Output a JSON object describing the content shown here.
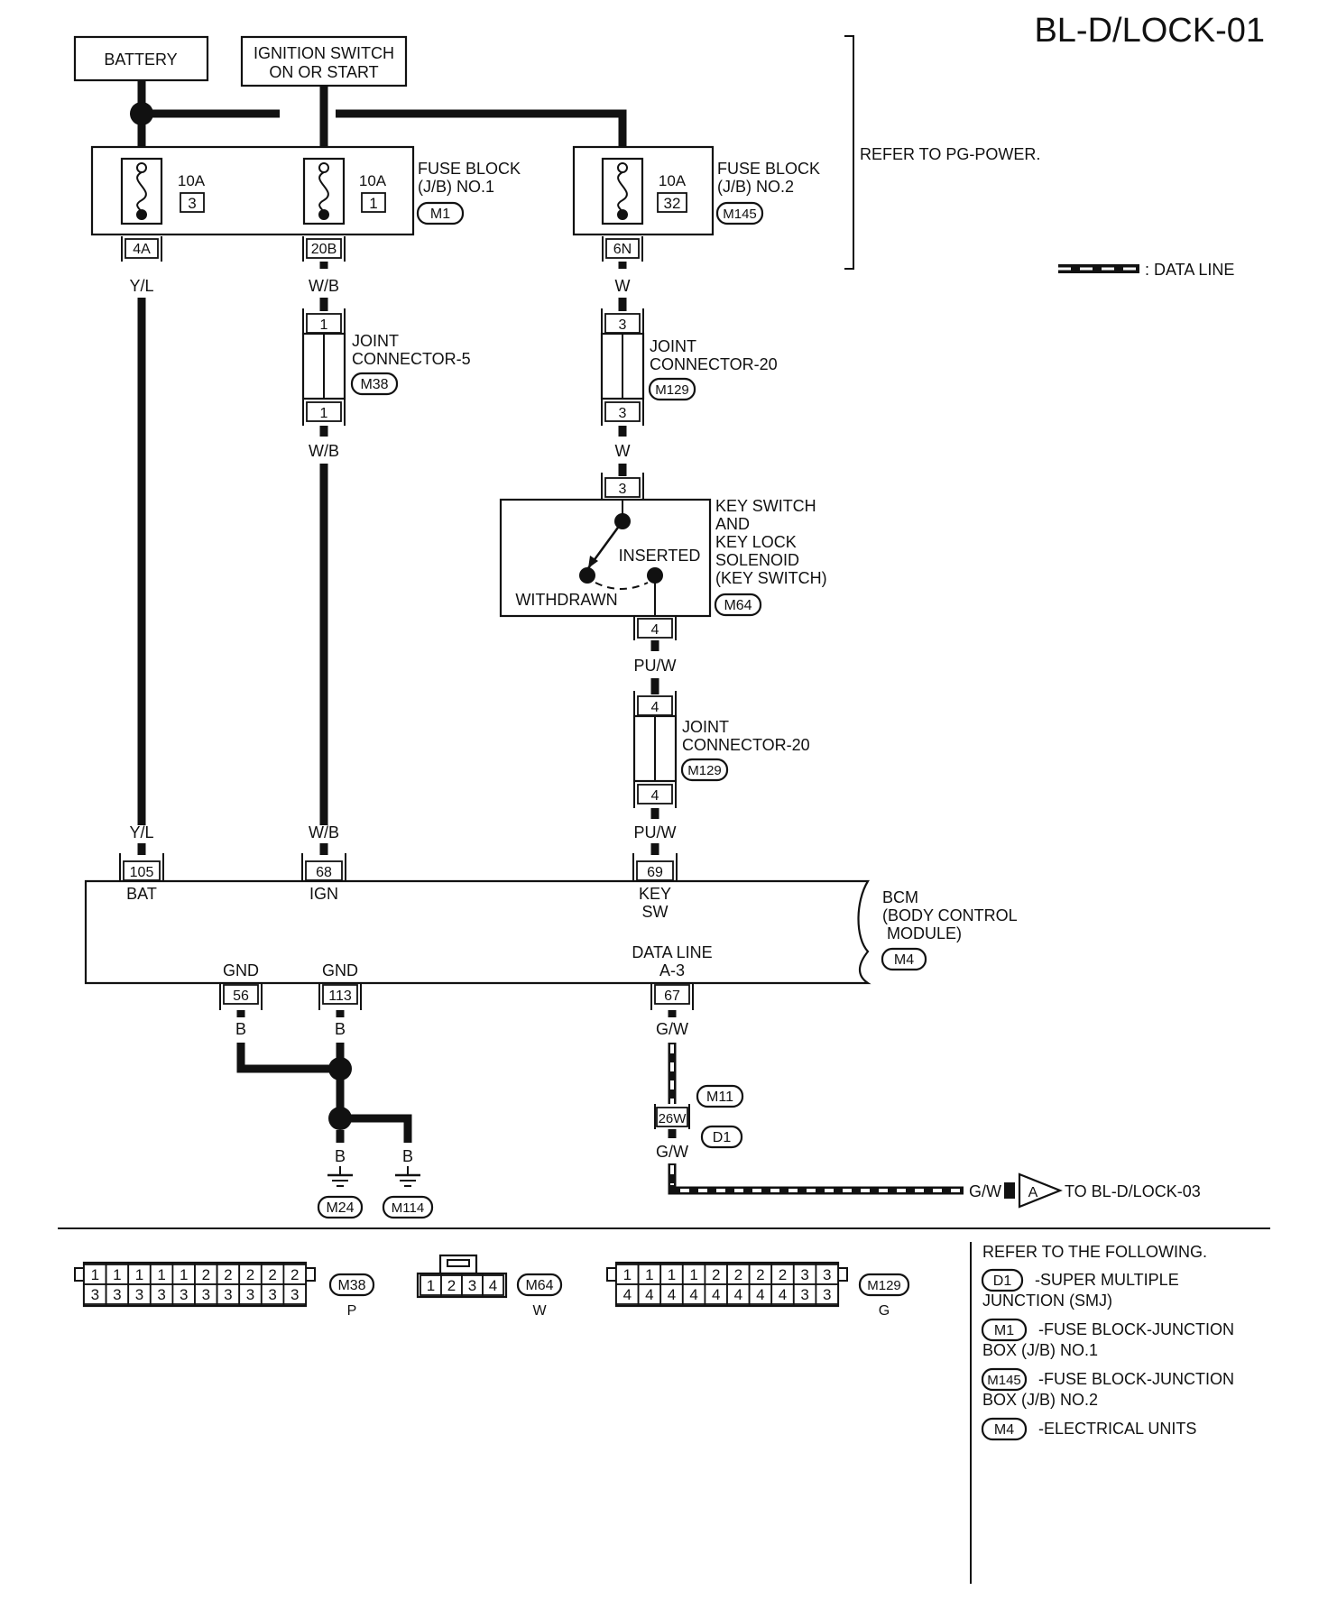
{
  "title": "BL-D/LOCK-01",
  "sources": {
    "battery": "BATTERY",
    "ignition_line1": "IGNITION SWITCH",
    "ignition_line2": "ON OR START"
  },
  "refer_pg_power": "REFER TO PG-POWER.",
  "legend": {
    "data_line": ": DATA LINE"
  },
  "fuse_block_1": {
    "name_line1": "FUSE BLOCK",
    "name_line2": "(J/B) NO.1",
    "connector": "M1",
    "fuse_a": {
      "rating": "10A",
      "number": "3",
      "terminal": "4A",
      "wire": "Y/L"
    },
    "fuse_b": {
      "rating": "10A",
      "number": "1",
      "terminal": "20B",
      "wire": "W/B"
    }
  },
  "fuse_block_2": {
    "name_line1": "FUSE BLOCK",
    "name_line2": "(J/B) NO.2",
    "connector": "M145",
    "fuse": {
      "rating": "10A",
      "number": "32",
      "terminal": "6N",
      "wire": "W"
    }
  },
  "joint_connector_5": {
    "name_line1": "JOINT",
    "name_line2": "CONNECTOR-5",
    "connector": "M38",
    "pin_top": "1",
    "pin_bottom": "1",
    "wire_below": "W/B"
  },
  "joint_connector_20_a": {
    "name_line1": "JOINT",
    "name_line2": "CONNECTOR-20",
    "connector": "M129",
    "pin_top": "3",
    "pin_bottom": "3",
    "wire_below": "W"
  },
  "key_switch": {
    "name_lines": [
      "KEY SWITCH",
      "AND",
      "KEY LOCK",
      "SOLENOID",
      "(KEY SWITCH)"
    ],
    "connector": "M64",
    "pin_top": "3",
    "pin_bottom": "4",
    "inserted": "INSERTED",
    "withdrawn": "WITHDRAWN",
    "wire_below": "PU/W"
  },
  "joint_connector_20_b": {
    "name_line1": "JOINT",
    "name_line2": "CONNECTOR-20",
    "connector": "M129",
    "pin_top": "4",
    "pin_bottom": "4",
    "wire_below": "PU/W"
  },
  "bcm": {
    "name_line1": "BCM",
    "name_line2": "(BODY CONTROL",
    "name_line3": "MODULE)",
    "connector": "M4",
    "wire_yl": "Y/L",
    "wire_wb": "W/B",
    "pin_bat": "105",
    "label_bat": "BAT",
    "pin_ign": "68",
    "label_ign": "IGN",
    "pin_key": "69",
    "label_key_line1": "KEY",
    "label_key_line2": "SW",
    "gnd_label_1": "GND",
    "gnd_label_2": "GND",
    "pin_gnd_1": "56",
    "pin_gnd_2": "113",
    "data_label_line1": "DATA LINE",
    "data_label_line2": "A-3",
    "pin_data": "67"
  },
  "ground": {
    "wire_1": "B",
    "wire_2": "B",
    "wire_3": "B",
    "wire_4": "B",
    "ground_1": "M24",
    "ground_2": "M114"
  },
  "data_line": {
    "wire_above": "G/W",
    "junction_pin": "26W",
    "connector_top": "M11",
    "connector_bottom": "D1",
    "wire_below": "G/W",
    "wire_right": "G/W",
    "arrow_letter": "A",
    "to_label": "TO BL-D/LOCK-03"
  },
  "connector_views": [
    {
      "id": "M38",
      "color_code": "P",
      "top_row": [
        "1",
        "1",
        "1",
        "1",
        "1",
        "2",
        "2",
        "2",
        "2",
        "2"
      ],
      "bottom_row": [
        "3",
        "3",
        "3",
        "3",
        "3",
        "3",
        "3",
        "3",
        "3",
        "3"
      ]
    },
    {
      "id": "M64",
      "color_code": "W",
      "pins": [
        "1",
        "2",
        "3",
        "4"
      ]
    },
    {
      "id": "M129",
      "color_code": "G",
      "top_row": [
        "1",
        "1",
        "1",
        "1",
        "2",
        "2",
        "2",
        "2",
        "3",
        "3"
      ],
      "bottom_row": [
        "4",
        "4",
        "4",
        "4",
        "4",
        "4",
        "4",
        "4",
        "3",
        "3"
      ]
    }
  ],
  "references": {
    "heading": "REFER TO THE FOLLOWING.",
    "items": [
      {
        "code": "D1",
        "line1": "-SUPER MULTIPLE",
        "line2": "JUNCTION (SMJ)"
      },
      {
        "code": "M1",
        "line1": "-FUSE BLOCK-JUNCTION",
        "line2": "BOX (J/B) NO.1"
      },
      {
        "code": "M145",
        "line1": "-FUSE BLOCK-JUNCTION",
        "line2": "BOX (J/B) NO.2"
      },
      {
        "code": "M4",
        "line1": "-ELECTRICAL UNITS",
        "line2": ""
      }
    ]
  }
}
